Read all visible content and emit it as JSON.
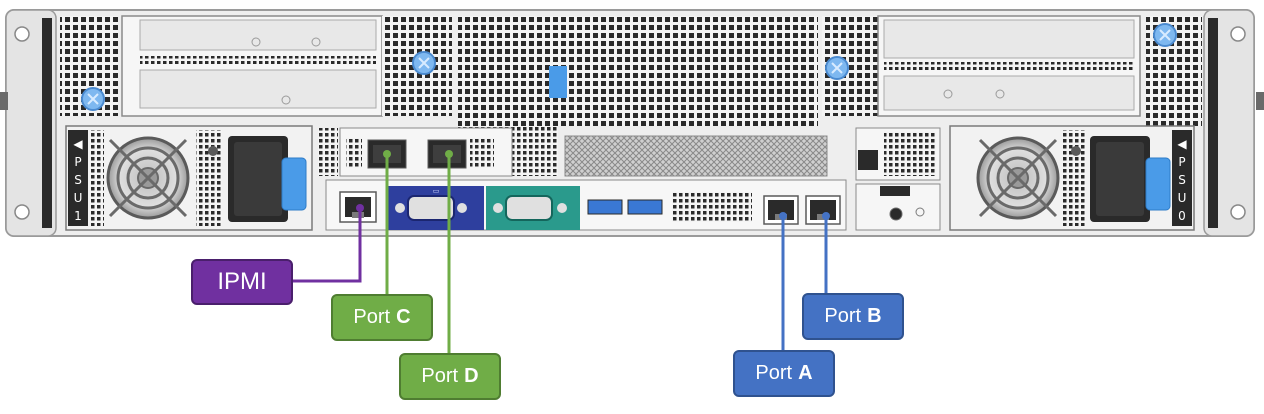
{
  "callouts": {
    "ipmi": "IPMI",
    "port_c": {
      "prefix": "Port",
      "letter": "C"
    },
    "port_d": {
      "prefix": "Port",
      "letter": "D"
    },
    "port_a": {
      "prefix": "Port",
      "letter": "A"
    },
    "port_b": {
      "prefix": "Port",
      "letter": "B"
    }
  },
  "psu": {
    "left_label": [
      "P",
      "S",
      "U",
      "1"
    ],
    "right_label": [
      "P",
      "S",
      "U",
      "0"
    ]
  },
  "colors": {
    "ipmi": "#7030a0",
    "sfp_ports": "#70ad47",
    "rj45_ports": "#4472c4",
    "vga_port": "#2e3f9e",
    "serial_port": "#2a9a8c",
    "usb_port": "#3a78d4",
    "chassis": "#f0f0f0",
    "psu_latch": "#4a9be8"
  }
}
